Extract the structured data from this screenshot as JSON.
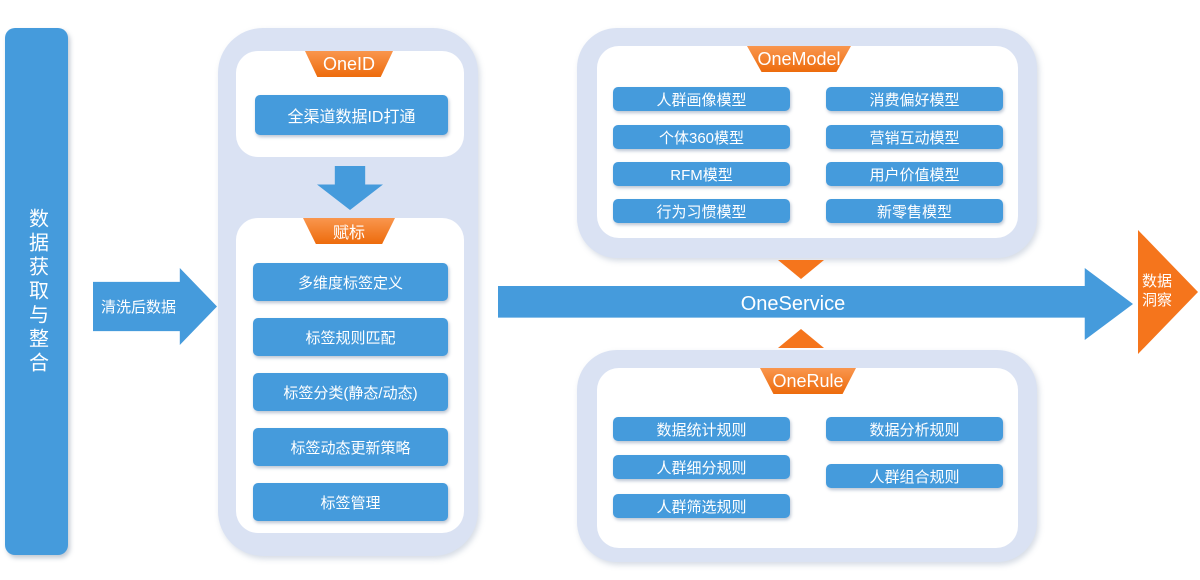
{
  "palette": {
    "node_blue": "#459BDC",
    "container_light_blue": "#DAE2F3",
    "accent_orange": "#F5751C",
    "badge_gradient_top": "#F9964E",
    "badge_gradient_bottom": "#ED6B0C",
    "text_white": "#FFFFFF"
  },
  "left_bar": {
    "label": "数据获取与整合"
  },
  "flow_in": {
    "label": "清洗后数据"
  },
  "oneid": {
    "badge": "OneID",
    "item": "全渠道数据ID打通"
  },
  "tagging": {
    "badge": "赋标",
    "items": [
      "多维度标签定义",
      "标签规则匹配",
      "标签分类(静态/动态)",
      "标签动态更新策略",
      "标签管理"
    ]
  },
  "onemodel": {
    "badge": "OneModel",
    "col1": [
      "人群画像模型",
      "个体360模型",
      "RFM模型",
      "行为习惯模型"
    ],
    "col2": [
      "消费偏好模型",
      "营销互动模型",
      "用户价值模型",
      "新零售模型"
    ]
  },
  "oneservice": {
    "label": "OneService"
  },
  "onerule": {
    "badge": "OneRule",
    "col1": [
      "数据统计规则",
      "人群细分规则",
      "人群筛选规则"
    ],
    "col2": [
      "数据分析规则",
      "人群组合规则"
    ]
  },
  "output": {
    "line1": "数据",
    "line2": "洞察"
  }
}
